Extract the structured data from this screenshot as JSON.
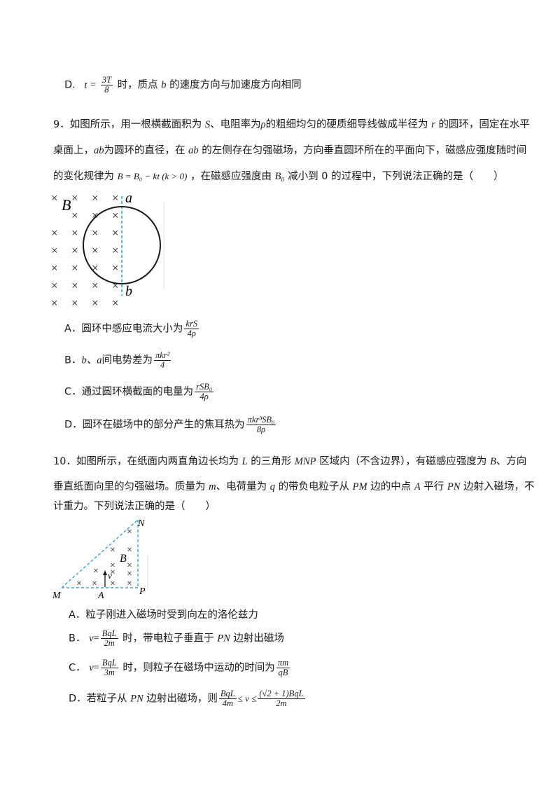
{
  "q8": {
    "optD": {
      "label": "D.",
      "t_var": "t",
      "eq": "=",
      "num": "3T",
      "den": "8",
      "text1": "时，质点",
      "b": "b",
      "text2": "的速度方向与加速度方向相同"
    }
  },
  "q9": {
    "stem1": "9．如图所示，用一根横截面积为",
    "S": "S",
    "stem1b": "、电阻率为",
    "rho": "ρ",
    "stem1c": "的粗细均匀的硬质细导线做成半径为",
    "r": "r",
    "stem1d": "的圆环，固定在水平",
    "stem2a": "桌面上，",
    "ab": "ab",
    "stem2b": "为圆环的直径，在",
    "stem2c": "的左侧存在匀强磁场，方向垂直圆环所在的平面向下，磁感应强度随时间",
    "stem3a": "的变化规律为",
    "formula": "B = B₀ − kt (k > 0)",
    "stem3b": "，在磁感应强度由",
    "B0": "B₀",
    "stem3c": "减小到 0 的过程中，下列说法正确的是（　　）",
    "figure": {
      "labelB": "B",
      "labelA": "a",
      "labelb": "b",
      "cross": "×"
    },
    "options": [
      {
        "label": "A．",
        "text": "圆环中感应电流大小为",
        "num": "krS",
        "den": "4ρ"
      },
      {
        "label": "B．",
        "lead": "b、a",
        "text": "间电势差为",
        "num": "πkr²",
        "den": "4"
      },
      {
        "label": "C．",
        "text": "通过圆环横截面的电量为",
        "num": "rSB₀",
        "den": "4ρ"
      },
      {
        "label": "D．",
        "text": "圆环在磁场中的部分产生的焦耳热为",
        "num": "πkr³SB₀",
        "den": "8ρ"
      }
    ]
  },
  "q10": {
    "stem1a": "10．如图所示，在纸面内两直角边长均为",
    "L": "L",
    "stem1b": "的三角形",
    "MNP": "MNP",
    "stem1c": "区域内（不含边界），有磁感应强度为",
    "B": "B",
    "stem1d": "、方向",
    "stem2a": "垂直纸面向里的匀强磁场。质量为",
    "m": "m",
    "stem2b": "、电荷量为",
    "q": "q",
    "stem2c": "的带负电粒子从",
    "PM": "PM",
    "stem2d": "边的中点",
    "A": "A",
    "stem2e": "平行",
    "PN": "PN",
    "stem2f": "边射入磁场，不",
    "stem3": "计重力。下列说法正确的是（　　）",
    "figure": {
      "N": "N",
      "B": "B",
      "v": "v",
      "M": "M",
      "A": "A",
      "P": "P",
      "cross": "×"
    },
    "options": [
      {
        "label": "A．",
        "text": "粒子刚进入磁场时受到向左的洛伦兹力"
      },
      {
        "label": "B．",
        "v": "v",
        "eq": "=",
        "num": "BqL",
        "den": "2m",
        "text1": "时，带电粒子垂直于",
        "PN": "PN",
        "text2": "边射出磁场"
      },
      {
        "label": "C．",
        "v": "v",
        "eq": "=",
        "num": "BqL",
        "den": "3m",
        "text1": "时，则粒子在磁场中运动的时间为",
        "num2": "πm",
        "den2": "qB"
      },
      {
        "label": "D．",
        "text1": "若粒子从",
        "PN": "PN",
        "text2": "边射出磁场，则",
        "num": "BqL",
        "den": "4m",
        "mid": "≤ v ≤",
        "num2": "(√2 + 1)BqL",
        "den2": "2m"
      }
    ]
  }
}
